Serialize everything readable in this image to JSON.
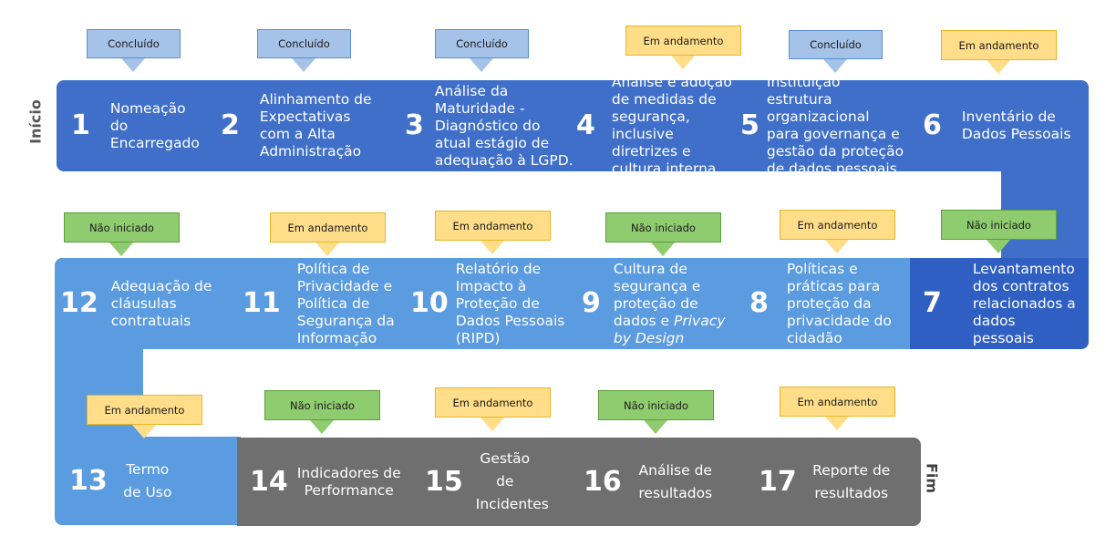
{
  "labels": {
    "start": "Início",
    "end": "Fim"
  },
  "status_colors": {
    "concluido": {
      "fill": "#a5c2e8",
      "border": "#5b8fd2"
    },
    "em_andamento": {
      "fill": "#ffdd89",
      "border": "#e8b622"
    },
    "nao_iniciado": {
      "fill": "#8fcb6f",
      "border": "#5c9e3a"
    }
  },
  "band_colors": {
    "row1": "#3f6fc9",
    "row2": "#5b9be0",
    "row3": "#6f6f6f"
  },
  "steps": [
    {
      "number": "1",
      "title": "Nomeação do Encarregado",
      "status": "Concluído"
    },
    {
      "number": "2",
      "title": "Alinhamento de Expectativas com a Alta Administração",
      "status": "Concluído"
    },
    {
      "number": "3",
      "title": "Análise da Maturidade - Diagnóstico do atual estágio de adequação à LGPD.",
      "status": "Concluído"
    },
    {
      "number": "4",
      "title": "Análise e adoção de medidas de segurança, inclusive diretrizes e cultura interna.",
      "status": "Em andamento"
    },
    {
      "number": "5",
      "title": "Instituição estrutura organizacional para governança e gestão da proteção de dados pessoais",
      "status": "Concluído"
    },
    {
      "number": "6",
      "title": "Inventário de Dados Pessoais",
      "status": "Em andamento"
    },
    {
      "number": "7",
      "title": "Levantamento dos contratos relacionados a dados pessoais",
      "status": "Não iniciado"
    },
    {
      "number": "8",
      "title": "Políticas e práticas para proteção da privacidade do cidadão",
      "status": "Em andamento"
    },
    {
      "number": "9",
      "title": "Cultura de segurança e proteção de dados e",
      "title_italic": "Privacy by Design",
      "status": "Não iniciado"
    },
    {
      "number": "10",
      "title": "Relatório de Impacto à Proteção de Dados Pessoais (RIPD)",
      "status": "Em andamento"
    },
    {
      "number": "11",
      "title": "Política de Privacidade e Política de Segurança da Informação",
      "status": "Em andamento"
    },
    {
      "number": "12",
      "title": "Adequação de cláusulas contratuais",
      "status": "Não iniciado"
    },
    {
      "number": "13",
      "title": "Termo de Uso",
      "status": "Em andamento"
    },
    {
      "number": "14",
      "title": "Indicadores de Performance",
      "status": "Não iniciado"
    },
    {
      "number": "15",
      "title": "Gestão de Incidentes",
      "status": "Em andamento"
    },
    {
      "number": "16",
      "title": "Análise de resultados",
      "status": "Não iniciado"
    },
    {
      "number": "17",
      "title": "Reporte de resultados",
      "status": "Em andamento"
    }
  ]
}
